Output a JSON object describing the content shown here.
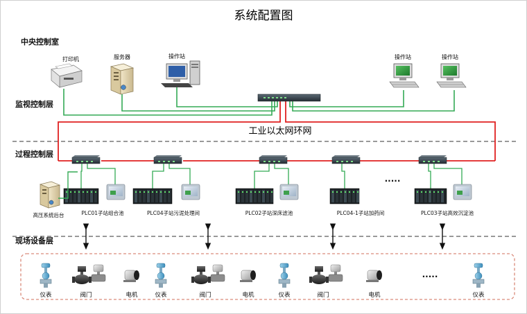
{
  "title": "系统配置图",
  "layers": {
    "central": "中央控制室",
    "supervisory": "监视控制层",
    "process": "过程控制层",
    "field": "现场设备层"
  },
  "ring_label": "工业以太网环网",
  "top_devices": [
    {
      "label": "打印机",
      "icon": "printer-icon"
    },
    {
      "label": "服务器",
      "icon": "server-icon"
    },
    {
      "label": "操作站",
      "icon": "workstation-icon"
    },
    {
      "label": "操作站",
      "icon": "workstation-icon"
    },
    {
      "label": "操作站",
      "icon": "workstation-icon"
    }
  ],
  "stations": [
    {
      "label": "PLC01子站组合池"
    },
    {
      "label": "PLC04子站污泥处理间"
    },
    {
      "label": "PLC02子站深床滤池"
    },
    {
      "label": "PLC04-1子站加药间"
    },
    {
      "label": "PLC03子站高效沉淀池"
    }
  ],
  "hv_backend": "高压系统后台",
  "ellipsis": ".....",
  "field_devices": [
    {
      "label": "仪表",
      "icon": "instrument-icon"
    },
    {
      "label": "阀门",
      "icon": "valve-icon"
    },
    {
      "label": "电机",
      "icon": "motor-icon"
    },
    {
      "label": "仪表",
      "icon": "instrument-icon"
    },
    {
      "label": "阀门",
      "icon": "valve-icon"
    },
    {
      "label": "电机",
      "icon": "motor-icon"
    },
    {
      "label": "仪表",
      "icon": "instrument-icon"
    },
    {
      "label": "阀门",
      "icon": "valve-icon"
    },
    {
      "label": "电机",
      "icon": "motor-icon"
    },
    {
      "label": "仪表",
      "icon": "instrument-icon"
    }
  ],
  "colors": {
    "ring": "#e02020",
    "link": "#33aa55",
    "screen": "#2d9a3f",
    "switch": "#3a4650",
    "field_border": "#d98a7a"
  }
}
